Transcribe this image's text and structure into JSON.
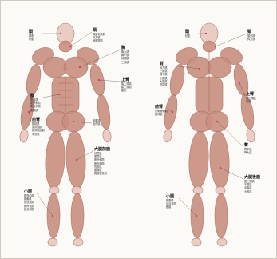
{
  "figure": {
    "front": {
      "titles": {
        "head": "頭",
        "neck": "頸",
        "chest": "胸",
        "abdomen": "腹",
        "upper_arm": "上臂",
        "forearm": "前臂",
        "thigh": "大腿前面",
        "leg": "小腿"
      },
      "items": {
        "head": [
          "顳肌",
          "咬肌"
        ],
        "neck": [
          "胸鎖乳突肌",
          "斜方肌",
          "肩胛提肌"
        ],
        "chest": [
          "胸大肌",
          "胸小肌",
          "前鋸肌",
          "三角肌"
        ],
        "upper_arm": [
          "肱二頭肌",
          "肱三頭肌",
          "肱肌"
        ],
        "abdomen": [
          "腹直肌",
          "腹外斜肌",
          "腹內斜肌",
          "腹橫肌"
        ],
        "forearm": [
          "肱橈肌",
          "旋前圓肌",
          "橈側腕屈肌",
          "掌長肌"
        ],
        "misc_right": [
          "髂腰肌",
          "恥骨肌"
        ],
        "thigh": [
          "縫匠肌",
          "股直肌",
          "股外側肌",
          "股內側肌",
          "長收肌",
          "股薄肌",
          "闊筋膜張肌"
        ],
        "leg": [
          "脛骨前肌",
          "腓腸肌",
          "比目魚肌",
          "腓骨長肌",
          "趾長伸肌"
        ]
      }
    },
    "back": {
      "titles": {
        "head": "頭",
        "neck": "頸",
        "back": "背",
        "upper_arm": "上臂",
        "forearm": "前臂",
        "buttock": "臀",
        "thigh": "大腿後面",
        "leg": "小腿"
      },
      "items": {
        "head": [
          "枕肌"
        ],
        "neck": [
          "頭夾肌",
          "斜方肌"
        ],
        "back": [
          "斜方肌",
          "三角肌",
          "岡下肌",
          "小圓肌",
          "大圓肌",
          "背闊肌"
        ],
        "upper_arm": [
          "肱三頭肌",
          "肘肌"
        ],
        "forearm": [
          "尺側腕伸肌",
          "指伸肌"
        ],
        "buttock": [
          "臀中肌",
          "臀大肌"
        ],
        "thigh": [
          "股二頭肌",
          "半腱肌",
          "半膜肌",
          "大收肌"
        ],
        "leg": [
          "腓腸肌",
          "比目魚肌",
          "跟腱"
        ]
      }
    }
  },
  "colors": {
    "background": "#fbfaf6",
    "skin": "#e8c9bf",
    "muscle": "#c98f80",
    "muscle_dark": "#a8685c",
    "line": "#5a4a44",
    "accent": "#d6334a"
  }
}
